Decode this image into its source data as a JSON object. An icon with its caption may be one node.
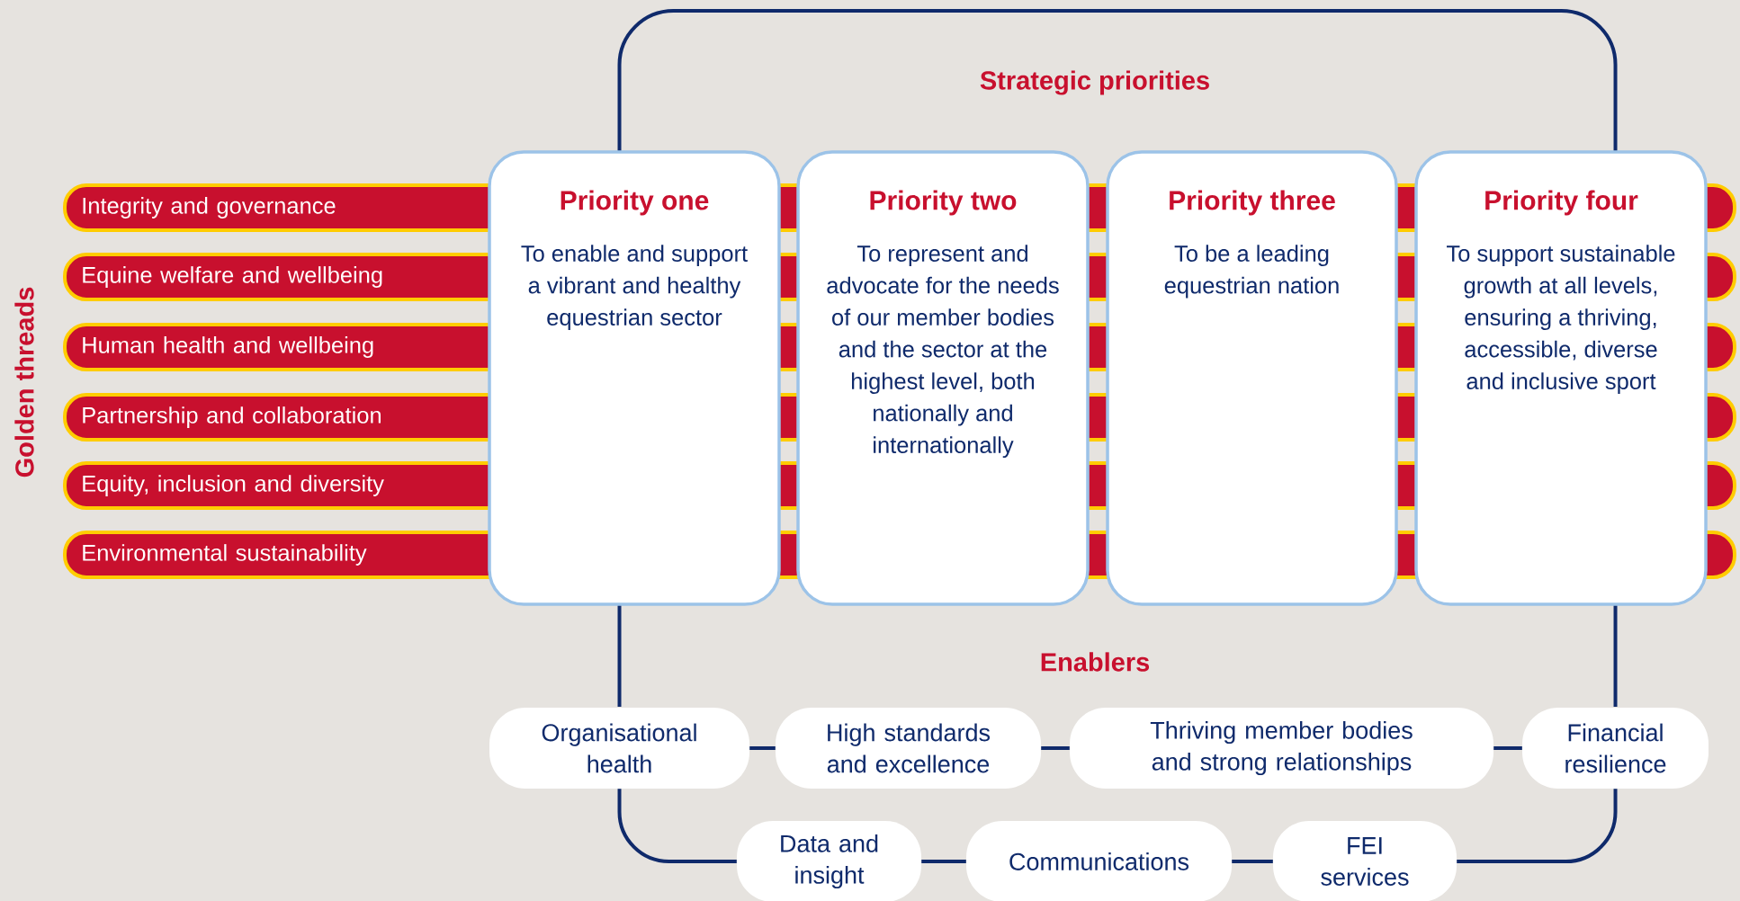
{
  "diagram": {
    "nodes": [
      {
        "text": [
          "Integrity and governance"
        ]
      },
      {
        "text": [
          "Equine welfare and wellbeing"
        ]
      },
      {
        "text": [
          "Human health and wellbeing"
        ]
      },
      {
        "text": [
          "Partnership and collaboration"
        ]
      },
      {
        "text": [
          "Equity, inclusion and diversity"
        ]
      },
      {
        "text": [
          "Environmental sustainability"
        ]
      },
      {
        "text": [
          "Priority one",
          "To enable and support a vibrant and healthy equestrian sector"
        ]
      },
      {
        "text": [
          "Priority two",
          "To represent and advocate for the needs of our member bodies and the sector at the highest level, both nationally and internationally"
        ]
      },
      {
        "text": [
          "Priority three",
          "To be a leading equestrian nation"
        ]
      },
      {
        "text": [
          "Priority four",
          "To support sustainable growth at all levels, ensuring a thriving, accessible, diverse and inclusive sport"
        ]
      },
      {
        "text": [
          "Organisational health"
        ]
      },
      {
        "text": [
          "High standards and excellence"
        ]
      },
      {
        "text": [
          "Thriving member bodies and strong relationships"
        ]
      },
      {
        "text": [
          "Financial resilience"
        ]
      },
      {
        "text": [
          "Data and insight"
        ]
      },
      {
        "text": [
          "Communications"
        ]
      },
      {
        "text": [
          "FEI services"
        ]
      }
    ],
    "edges": [
      {
        "from": 10,
        "to": 11,
        "arrow": "none"
      },
      {
        "from": 11,
        "to": 12,
        "arrow": "none"
      },
      {
        "from": 12,
        "to": 13,
        "arrow": "none"
      },
      {
        "from": 10,
        "to": 14,
        "arrow": "none"
      },
      {
        "from": 14,
        "to": 15,
        "arrow": "none"
      },
      {
        "from": 15,
        "to": 16,
        "arrow": "none"
      },
      {
        "from": 16,
        "to": 13,
        "arrow": "none"
      }
    ],
    "labels": [
      "Strategic priorities",
      "Golden threads",
      "Enablers"
    ]
  }
}
